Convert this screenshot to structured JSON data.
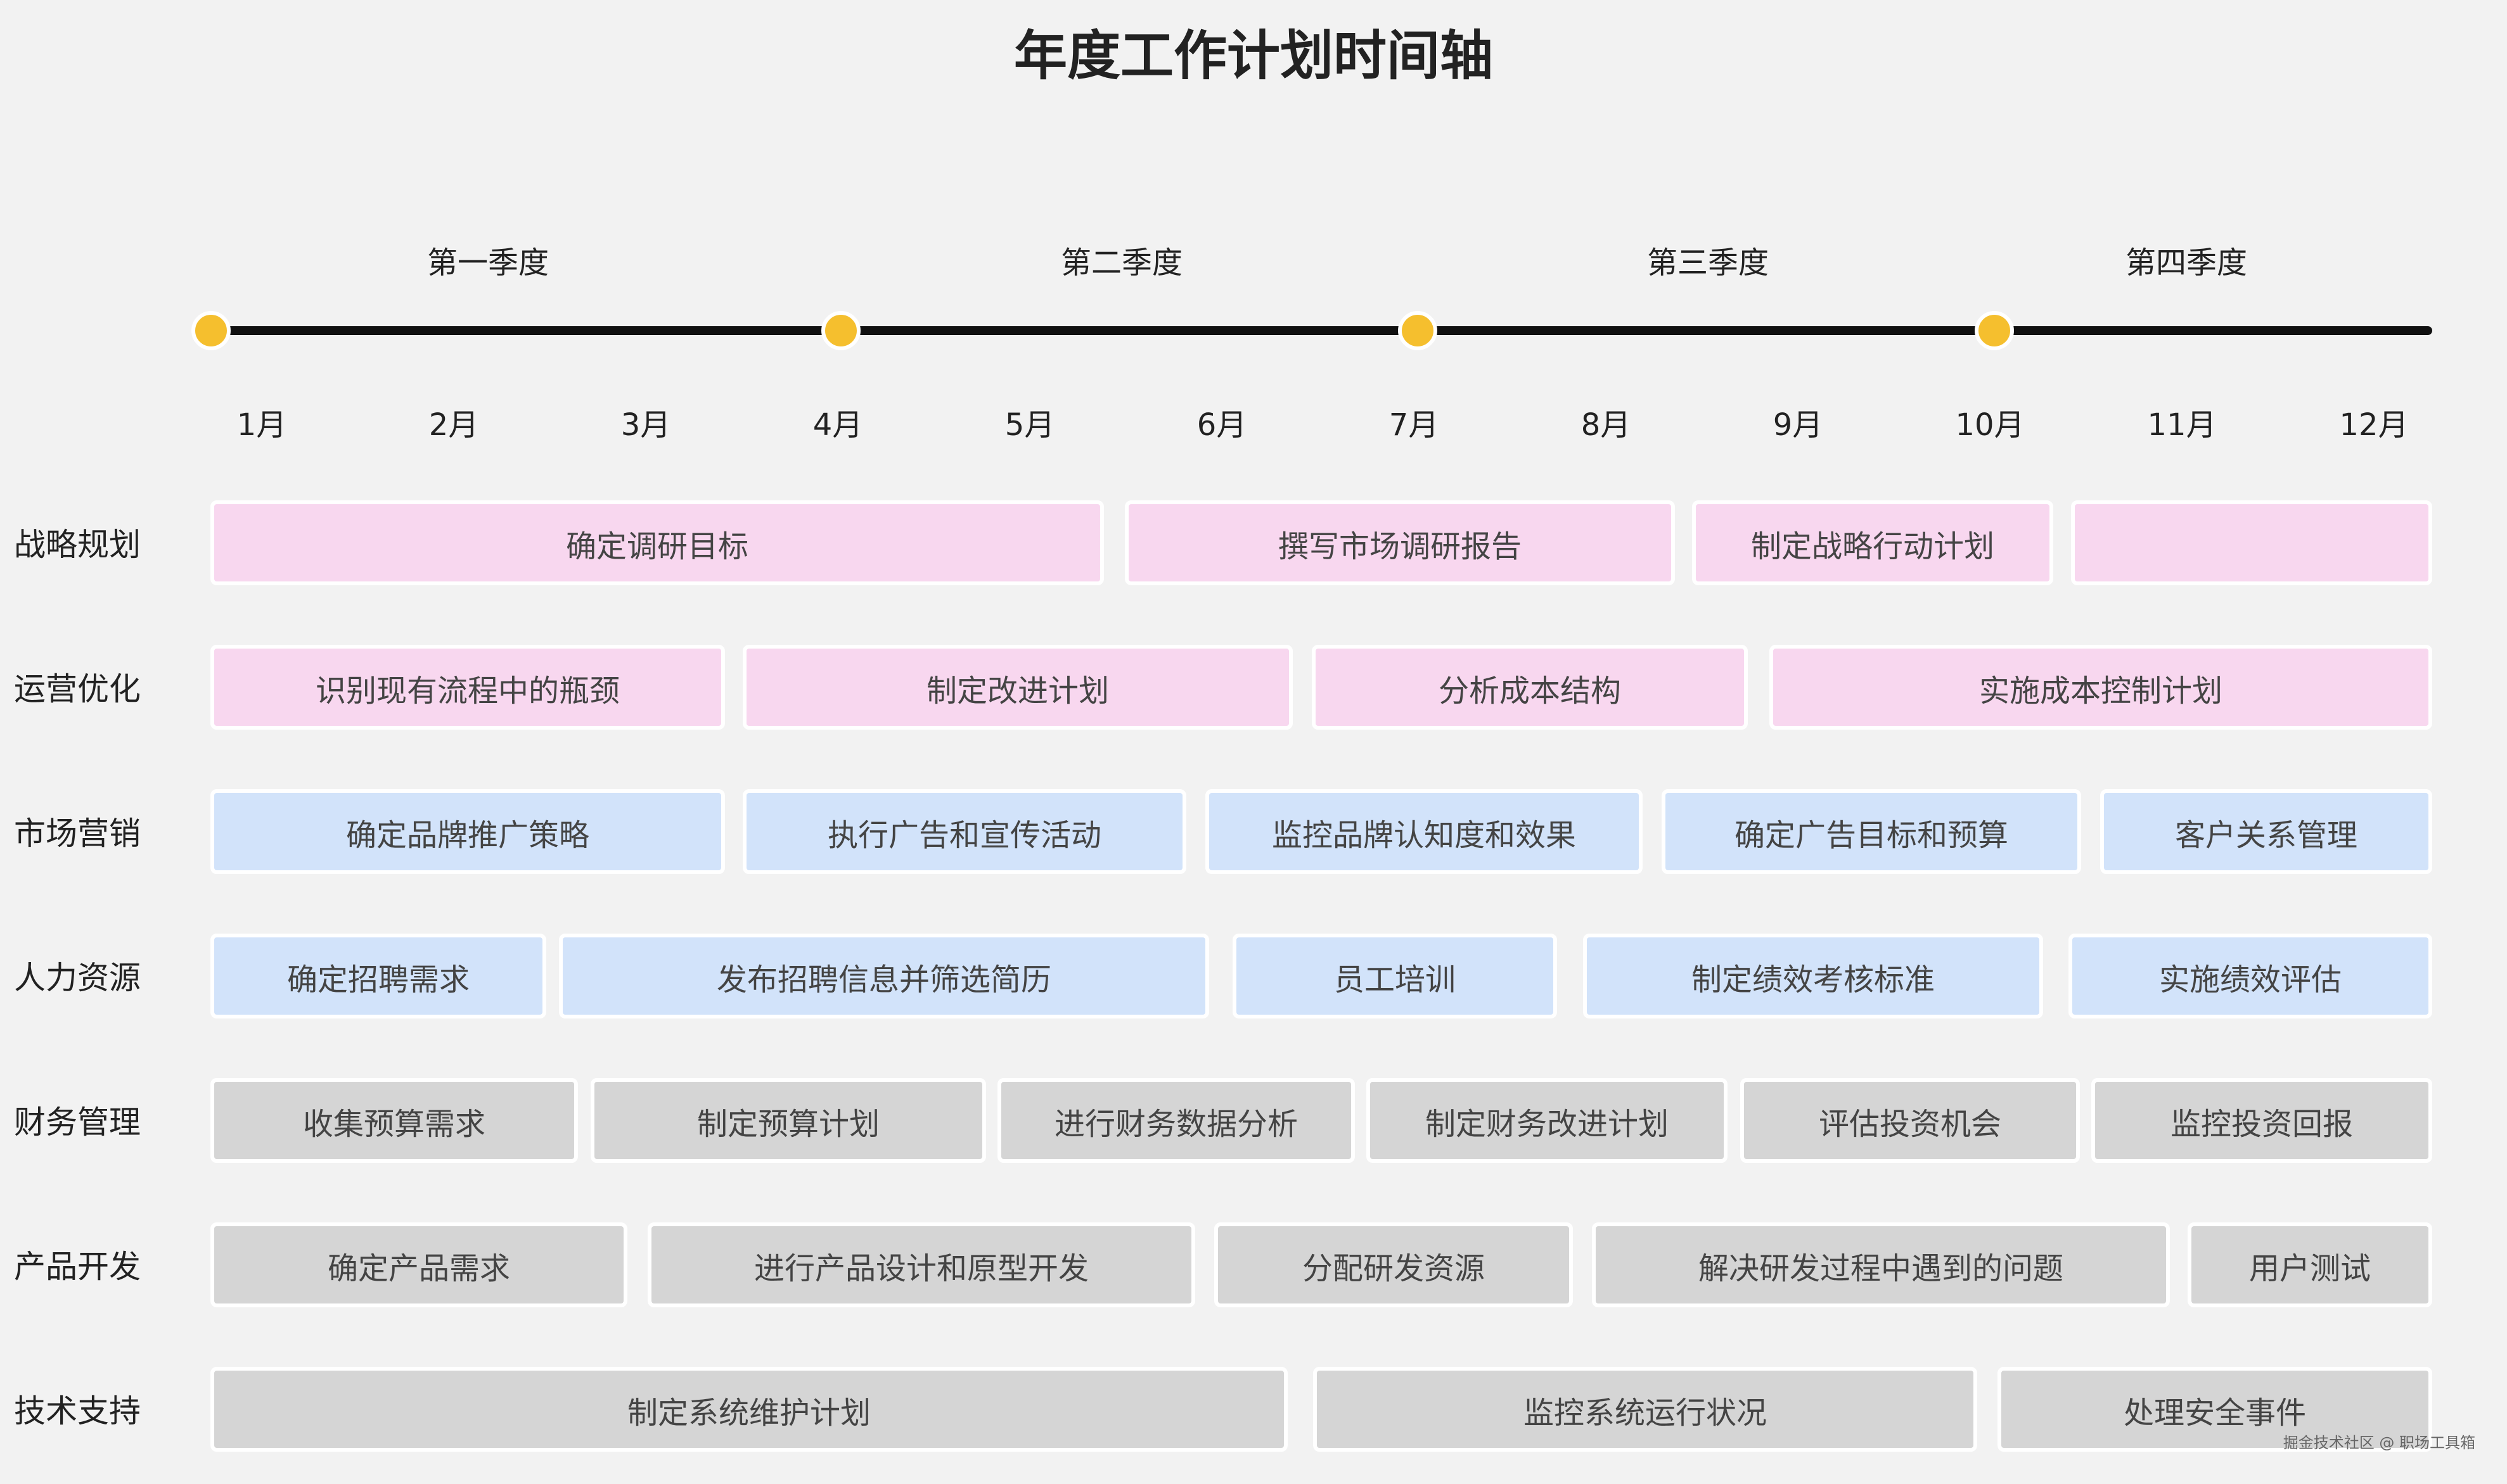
{
  "title": "年度工作计划时间轴",
  "quarters": [
    "第一季度",
    "第二季度",
    "第三季度",
    "第四季度"
  ],
  "months": [
    "1月",
    "2月",
    "3月",
    "4月",
    "5月",
    "6月",
    "7月",
    "8月",
    "9月",
    "10月",
    "11月",
    "12月"
  ],
  "colors": {
    "pink": "#f8d7ef",
    "blue": "#d2e3fa",
    "gray": "#d5d5d5",
    "dot": "#f5bf2e",
    "axis": "#111111"
  },
  "rows": [
    {
      "label": "战略规划",
      "color": "pink",
      "tasks": [
        "确定调研目标",
        "撰写市场调研报告",
        "制定战略行动计划",
        ""
      ]
    },
    {
      "label": "运营优化",
      "color": "pink",
      "tasks": [
        "识别现有流程中的瓶颈",
        "制定改进计划",
        "分析成本结构",
        "实施成本控制计划"
      ]
    },
    {
      "label": "市场营销",
      "color": "blue",
      "tasks": [
        "确定品牌推广策略",
        "执行广告和宣传活动",
        "监控品牌认知度和效果",
        "确定广告目标和预算",
        "客户关系管理"
      ]
    },
    {
      "label": "人力资源",
      "color": "blue",
      "tasks": [
        "确定招聘需求",
        "发布招聘信息并筛选简历",
        "员工培训",
        "制定绩效考核标准",
        "实施绩效评估"
      ]
    },
    {
      "label": "财务管理",
      "color": "gray",
      "tasks": [
        "收集预算需求",
        "制定预算计划",
        "进行财务数据分析",
        "制定财务改进计划",
        "评估投资机会",
        "监控投资回报"
      ]
    },
    {
      "label": "产品开发",
      "color": "gray",
      "tasks": [
        "确定产品需求",
        "进行产品设计和原型开发",
        "分配研发资源",
        "解决研发过程中遇到的问题",
        "用户测试"
      ]
    },
    {
      "label": "技术支持",
      "color": "gray",
      "tasks": [
        "制定系统维护计划",
        "监控系统运行状况",
        "处理安全事件"
      ]
    }
  ],
  "watermark": "掘金技术社区 @ 职场工具箱"
}
